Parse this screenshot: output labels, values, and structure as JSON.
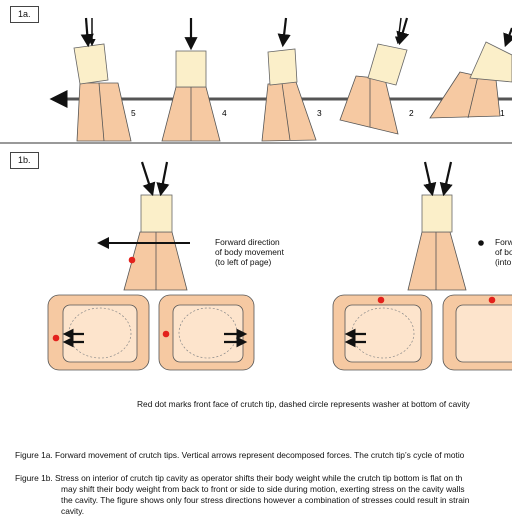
{
  "panels": {
    "a_label": "1a.",
    "b_label": "1b."
  },
  "sequence_labels": [
    "5",
    "4",
    "3",
    "2",
    "1"
  ],
  "forward_label_left": [
    "Forward direction",
    "of body movement",
    "(to left of page)"
  ],
  "forward_label_right": [
    "Forw",
    "of bo",
    "(into"
  ],
  "legend_note": "Red dot marks front face of crutch tip, dashed circle represents washer at bottom of cavity",
  "captions": {
    "fig1a": "Figure 1a. Forward movement of crutch tips. Vertical arrows represent decomposed forces. The crutch tip’s cycle of motio",
    "fig1b_line1": "Figure 1b. Stress on interior of crutch tip cavity as operator shifts their body weight while the crutch tip bottom is flat on th",
    "fig1b_line2": "may shift their body weight from back to front or side to side during motion, exerting stress on the cavity walls",
    "fig1b_line3": "the cavity. The figure shows only four stress directions however a combination of stresses could result in strain",
    "fig1b_line4": "cavity."
  },
  "colors": {
    "tip_fill": "#f6c9a2",
    "shaft_fill": "#fbefc9",
    "cavity_inner": "#fde4cc",
    "marker_red": "#e3211c",
    "outline": "#555555"
  }
}
